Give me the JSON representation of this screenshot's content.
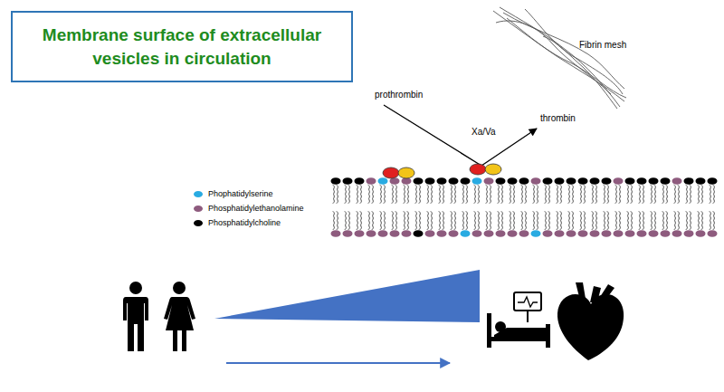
{
  "diagram": {
    "title": "Membrane surface of extracellular vesicles in circulation",
    "labels": [
      "Fibrin mesh",
      "prothrombin",
      "Xa/Va",
      "thrombin"
    ],
    "legend": [
      {
        "text": "Phophatidylserine",
        "color": "#29abe2"
      },
      {
        "text": "Phosphatidylethanolamine",
        "color": "#8e5b7e"
      },
      {
        "text": "Phosphatidylcholine",
        "color": "#000000"
      }
    ]
  }
}
